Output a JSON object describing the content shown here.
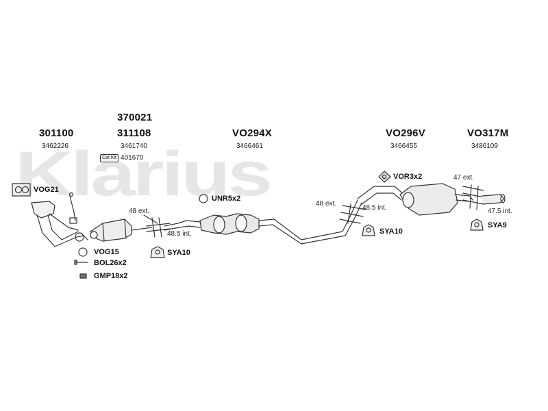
{
  "watermark": "Klarius",
  "parts": [
    {
      "id": "p1",
      "code": "301100",
      "ref": "3462226"
    },
    {
      "id": "p2",
      "code": "311108",
      "code_top": "370021",
      "ref": "3461740",
      "catkit_label": "Cat Kit",
      "catkit_ref": "401670"
    },
    {
      "id": "p3",
      "code": "VO294X",
      "ref": "3466461"
    },
    {
      "id": "p4",
      "code": "VO296V",
      "ref": "3466455"
    },
    {
      "id": "p5",
      "code": "VO317M",
      "ref": "3486109"
    }
  ],
  "fittings": {
    "vog21": "VOG21",
    "unr": "UNR5x2",
    "vor": "VOR3x2",
    "vog15": "VOG15",
    "bol": "BOL26x2",
    "gmp": "GMP18x2",
    "sya10_left": "SYA10",
    "sya10_right": "SYA10",
    "sya9": "SYA9"
  },
  "dimensions": {
    "d1_ext": "48 ext.",
    "d1_int": "48.5 int.",
    "d2_ext": "48 ext.",
    "d2_int": "48.5 int.",
    "d3_ext": "47 ext.",
    "d3_int": "47.5 int."
  }
}
